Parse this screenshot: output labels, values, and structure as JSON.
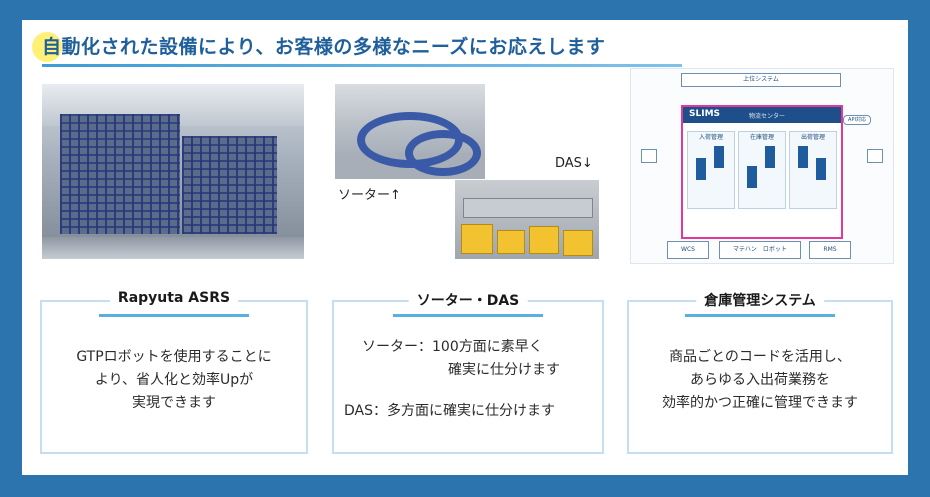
{
  "title": "自動化された設備により、お客様の多様なニーズにお応えします",
  "photos": {
    "sorter_label": "ソーター↑",
    "das_label": "DAS↓"
  },
  "diagram": {
    "top_system": "上位システム",
    "product": "SLIMS",
    "center": "物流センター",
    "columns": [
      "入荷管理",
      "在庫管理",
      "出荷管理"
    ],
    "wcs": "WCS",
    "wms_mid": "マテハン　ロボット",
    "rms": "RMS",
    "api": "API対応"
  },
  "cards": [
    {
      "title": "Rapyuta ASRS",
      "body": "GTPロボットを使用することに\nより、省人化と効率Upが\n実現できます"
    },
    {
      "title": "ソーター・DAS",
      "line1": "ソーター：100方面に素早く",
      "line2": "確実に仕分けます",
      "line3": "DAS：多方面に確実に仕分けます"
    },
    {
      "title": "倉庫管理システム",
      "body": "商品ごとのコードを活用し、\nあらゆる入出荷業務を\n効率的かつ正確に管理できます"
    }
  ]
}
